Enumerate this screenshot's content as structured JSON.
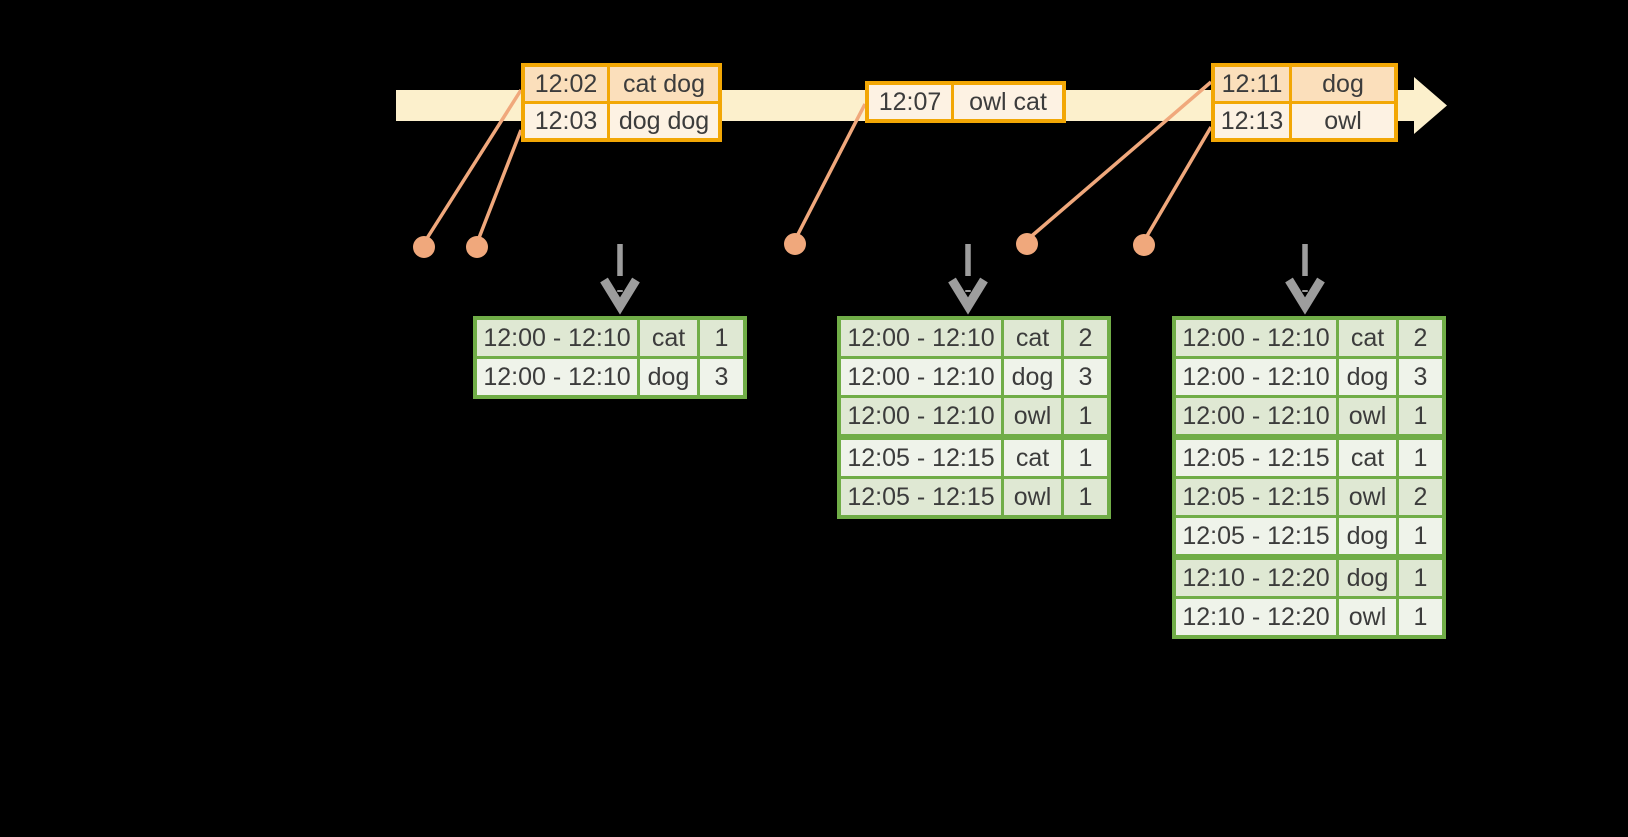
{
  "diagram": {
    "kind": "streaming windowed word-count timeline",
    "colors": {
      "background": "#000000",
      "timeline_band": "#fcf0cc",
      "event_table_border": "#f2a705",
      "event_row_dark": "#fbdfbb",
      "event_row_light": "#fdf2e3",
      "event_marker": "#f0a87c",
      "result_table_border": "#70ad47",
      "result_row_dark": "#dfe8d3",
      "result_row_light": "#eff3ea",
      "trigger_arrow": "#9d9d9d",
      "text": "#3c3c3c"
    },
    "icons": {
      "timeline_arrow": "right-arrow-band",
      "trigger_arrow": "dashed-down-arrow",
      "event_marker": "filled-circle"
    }
  },
  "event_tables": [
    {
      "rows": [
        {
          "time": "12:02",
          "words": "cat dog"
        },
        {
          "time": "12:03",
          "words": "dog dog"
        }
      ]
    },
    {
      "rows": [
        {
          "time": "12:07",
          "words": "owl cat"
        }
      ]
    },
    {
      "rows": [
        {
          "time": "12:11",
          "words": "dog"
        },
        {
          "time": "12:13",
          "words": "owl"
        }
      ]
    }
  ],
  "result_tables": [
    {
      "rows": [
        {
          "window": "12:00 - 12:10",
          "word": "cat",
          "count": "1"
        },
        {
          "window": "12:00 - 12:10",
          "word": "dog",
          "count": "3"
        }
      ]
    },
    {
      "rows": [
        {
          "window": "12:00 - 12:10",
          "word": "cat",
          "count": "2"
        },
        {
          "window": "12:00 - 12:10",
          "word": "dog",
          "count": "3"
        },
        {
          "window": "12:00 - 12:10",
          "word": "owl",
          "count": "1"
        },
        {
          "window": "12:05 - 12:15",
          "word": "cat",
          "count": "1"
        },
        {
          "window": "12:05 - 12:15",
          "word": "owl",
          "count": "1"
        }
      ]
    },
    {
      "rows": [
        {
          "window": "12:00 - 12:10",
          "word": "cat",
          "count": "2"
        },
        {
          "window": "12:00 - 12:10",
          "word": "dog",
          "count": "3"
        },
        {
          "window": "12:00 - 12:10",
          "word": "owl",
          "count": "1"
        },
        {
          "window": "12:05 - 12:15",
          "word": "cat",
          "count": "1"
        },
        {
          "window": "12:05 - 12:15",
          "word": "owl",
          "count": "2"
        },
        {
          "window": "12:05 - 12:15",
          "word": "dog",
          "count": "1"
        },
        {
          "window": "12:10 - 12:20",
          "word": "dog",
          "count": "1"
        },
        {
          "window": "12:10 - 12:20",
          "word": "owl",
          "count": "1"
        }
      ]
    }
  ]
}
